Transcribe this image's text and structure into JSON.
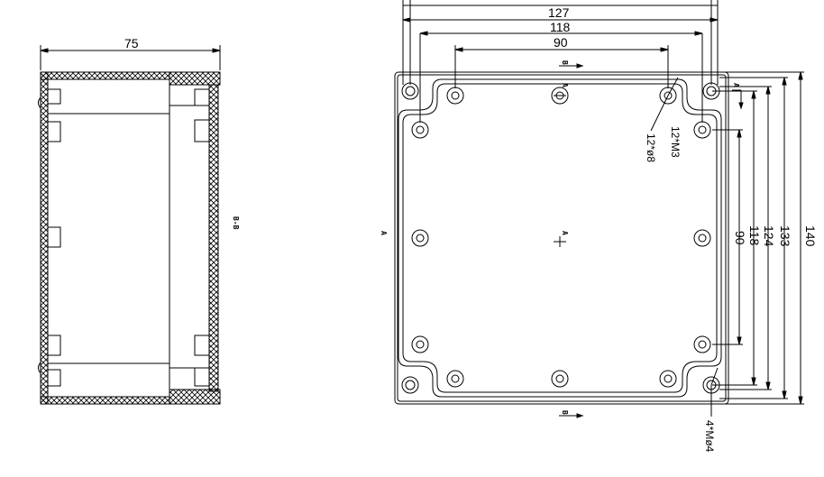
{
  "side_view": {
    "width_dim": "75",
    "section_label": "B-B"
  },
  "top_view": {
    "dims_horizontal": [
      "127",
      "118",
      "90"
    ],
    "dims_vertical": [
      "90",
      "118",
      "124",
      "133",
      "140"
    ],
    "hole_callout_1": "12*M3",
    "hole_callout_2": "12*ø8",
    "hole_callout_3": "4*Mø4",
    "section_a_left": "A",
    "section_a_top": "A",
    "section_a_center": "A",
    "section_a_right": "A",
    "section_b_top": "B",
    "section_b_bottom": "B"
  }
}
